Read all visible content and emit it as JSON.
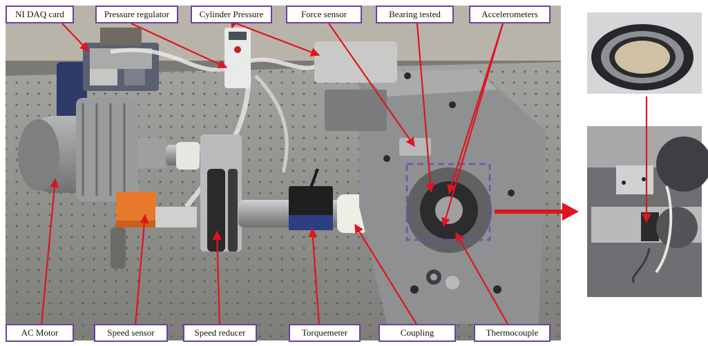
{
  "labels": {
    "ni_daq_card": "NI DAQ card",
    "pressure_regulator": "Pressure regulator",
    "cylinder_pressure": "Cylinder Pressure",
    "force_sensor": "Force sensor",
    "bearing_tested": "Bearing tested",
    "accelerometers": "Accelerometers",
    "ac_motor": "AC Motor",
    "speed_sensor": "Speed sensor",
    "speed_reducer": "Speed reducer",
    "torquemeter": "Torquemeter",
    "coupling": "Coupling",
    "thermocouple": "Thermocouple"
  },
  "colors": {
    "arrow": "#e0141e",
    "label_border": "#6b3fa0",
    "highlight_box": "#7a4bb5",
    "table_plate": "#8d8d8a",
    "motor": "#8a8c8a",
    "speed_sensor_body": "#e8782a"
  }
}
